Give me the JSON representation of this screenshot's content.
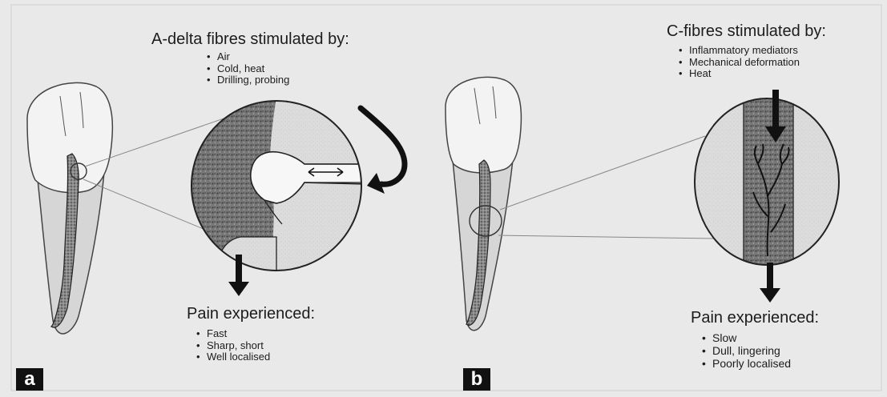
{
  "panel_a": {
    "letter": "a",
    "stimulus_heading": "A-delta fibres stimulated by:",
    "stimuli": [
      "Air",
      "Cold, heat",
      "Drilling, probing"
    ],
    "pain_heading": "Pain experienced:",
    "pain_qualities": [
      "Fast",
      "Sharp, short",
      "Well localised"
    ]
  },
  "panel_b": {
    "letter": "b",
    "stimulus_heading": "C-fibres stimulated by:",
    "stimuli": [
      "Inflammatory mediators",
      "Mechanical deformation",
      "Heat"
    ],
    "pain_heading": "Pain experienced:",
    "pain_qualities": [
      "Slow",
      "Dull, lingering",
      "Poorly localised"
    ]
  },
  "colors": {
    "background": "#e9e9e9",
    "tooth": "#f3f3f3",
    "root": "#d6d6d6",
    "ink": "#1c1c1c",
    "dentine_dark": "#6a6a6a"
  }
}
